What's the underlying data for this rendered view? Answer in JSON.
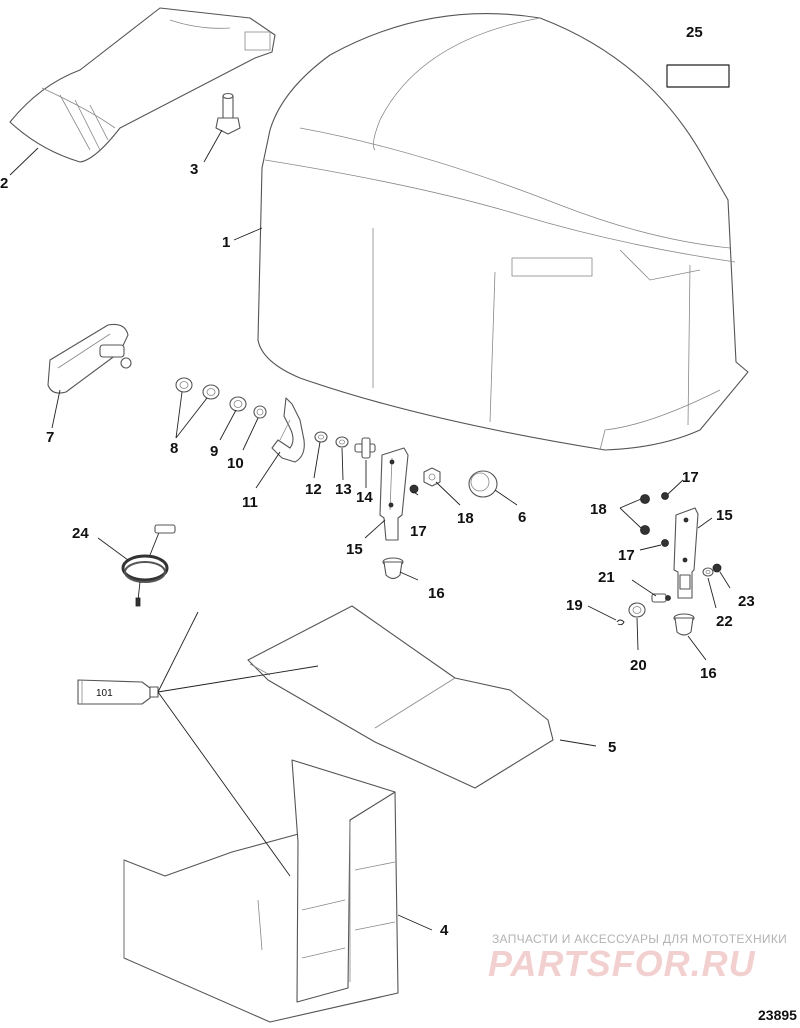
{
  "callouts": {
    "c1": "1",
    "c2": "2",
    "c3": "3",
    "c4": "4",
    "c5": "5",
    "c6": "6",
    "c7": "7",
    "c8": "8",
    "c9": "9",
    "c10": "10",
    "c11": "11",
    "c12": "12",
    "c13": "13",
    "c14": "14",
    "c15a": "15",
    "c15b": "15",
    "c16a": "16",
    "c16b": "16",
    "c17a": "17",
    "c17b": "17",
    "c17c": "17",
    "c18a": "18",
    "c18b": "18",
    "c19": "19",
    "c20": "20",
    "c21": "21",
    "c22": "22",
    "c23": "23",
    "c24": "24",
    "c25": "25"
  },
  "sealant_tube_label": "101",
  "drawing_number": "23895",
  "watermark": {
    "line1": "ЗАПЧАСТИ И АКСЕССУАРЫ ДЛЯ МОТОТЕХНИКИ",
    "logo": "PARTSFOR.RU"
  }
}
